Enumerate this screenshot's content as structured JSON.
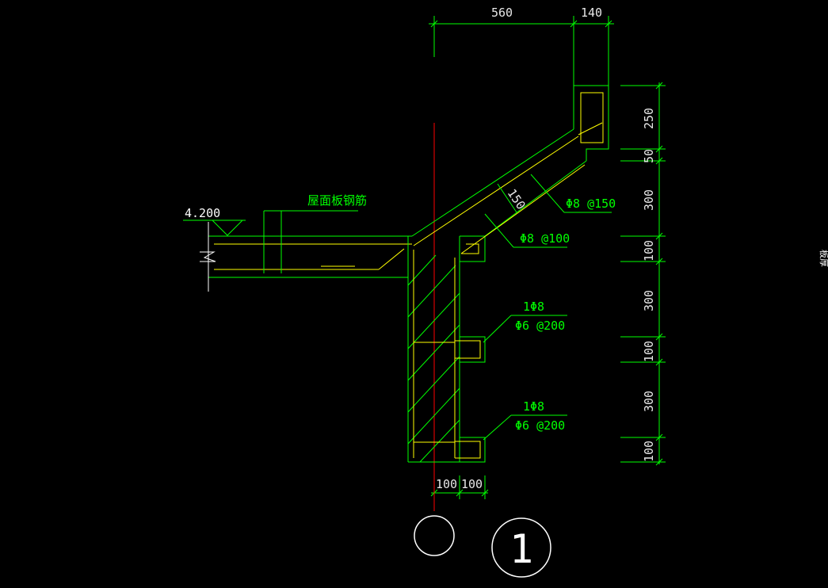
{
  "colors": {
    "background": "#000000",
    "dimension": "#00ff00",
    "concrete_outline": "#00ff00",
    "rebar": "#ffff00",
    "axis": "#ff0000",
    "text": "#ffffff"
  },
  "top_dimensions": {
    "left": "560",
    "right": "140"
  },
  "right_dimensions": [
    "250",
    "50",
    "300",
    "100",
    "300",
    "100",
    "300",
    "100"
  ],
  "bottom_dimensions": {
    "left": "100",
    "right": "100"
  },
  "elevation": {
    "value": "4.200"
  },
  "slab_label": "屋面板钢筋",
  "rebar_labels": {
    "slope_thickness": "150",
    "slope_top": "Φ8 @150",
    "slope_bottom": "Φ8 @100",
    "rib1_main": "1Φ8",
    "rib1_stirrup": "Φ6 @200",
    "rib2_main": "1Φ8",
    "rib2_stirrup": "Φ6 @200"
  },
  "section_mark": {
    "number": "1"
  },
  "side_label": "板厚"
}
